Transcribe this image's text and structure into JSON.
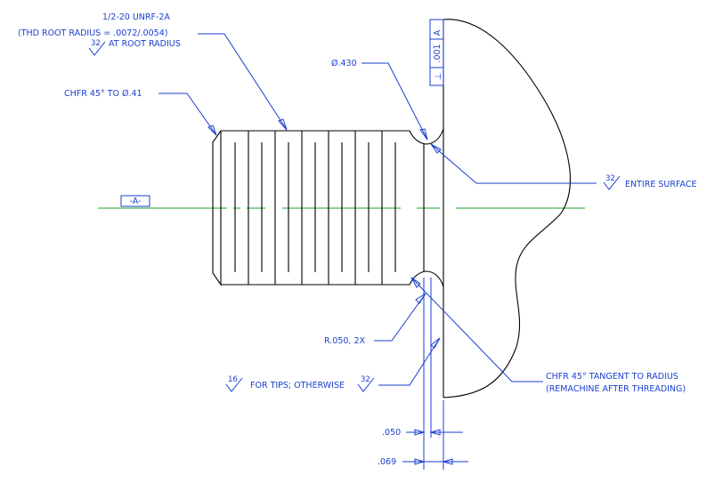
{
  "colors": {
    "part_outline": "#000000",
    "annotation": "#1a3fcf",
    "centerline": "#1fa12b"
  },
  "annotations": {
    "thread_spec_line1": "1/2-20 UNRF-2A",
    "thread_spec_line2": "(THD ROOT RADIUS = .0072/.0054)",
    "root_finish_value": "32",
    "root_finish_label": "AT ROOT RADIUS",
    "chamfer_thread": "CHFR 45° TO Ø.41",
    "undercut_dia": "Ø.430",
    "surface_finish_value": "32",
    "surface_finish_label": "ENTIRE SURFACE",
    "fillet_radius": "R.050, 2X",
    "tips_finish_value": "16",
    "tips_finish_label": "FOR TIPS; OTHERWISE",
    "otherwise_finish_value": "32",
    "chamfer_tangent_line1": "CHFR 45° TANGENT TO RADIUS",
    "chamfer_tangent_line2": "(REMACHINE AFTER THREADING)",
    "dim_050": ".050",
    "dim_069": ".069"
  },
  "datum": {
    "label": "-A-"
  },
  "feature_control_frame": {
    "symbol": "⊥",
    "tolerance": ".001",
    "datum_ref": "A"
  }
}
